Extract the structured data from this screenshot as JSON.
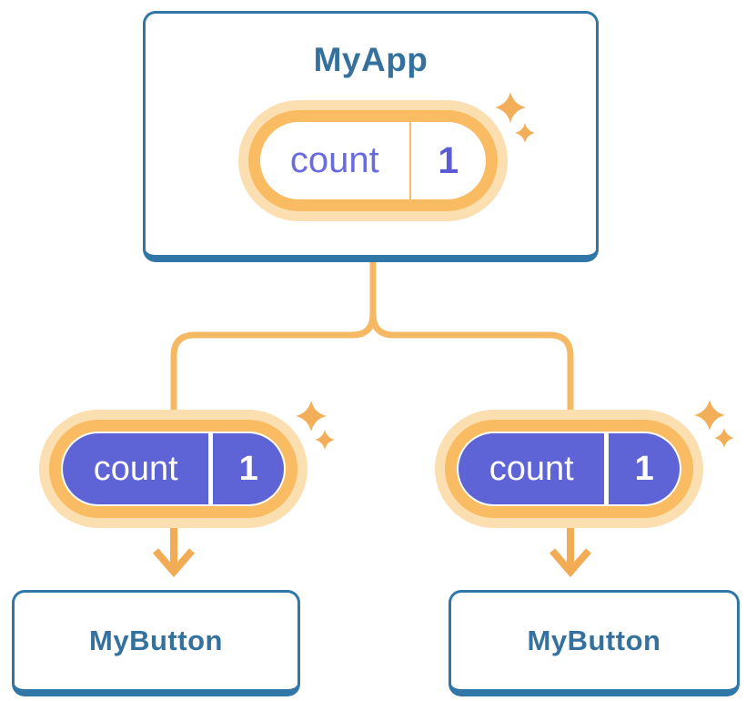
{
  "diagram": {
    "description": "React state-sharing tree diagram",
    "tree": {
      "root": {
        "title": "MyApp",
        "state": {
          "label": "count",
          "value": "1"
        }
      },
      "children": [
        {
          "title": "MyButton",
          "state": {
            "label": "count",
            "value": "1"
          }
        },
        {
          "title": "MyButton",
          "state": {
            "label": "count",
            "value": "1"
          }
        }
      ]
    },
    "colors": {
      "card_border_blue": "#3077A7",
      "card_text_blue": "#35719E",
      "wire_orange": "#F5B964",
      "arrow_orange": "#F2AC55",
      "sparkle_orange": "#F2AE59",
      "pill_halo": "#FBDFB1",
      "pill_ring": "#F9BC62",
      "pill_purple": "#5E64D6",
      "pill_text_indigo": "#6B6BE0",
      "pill_text_white": "#FFFFFF"
    }
  }
}
